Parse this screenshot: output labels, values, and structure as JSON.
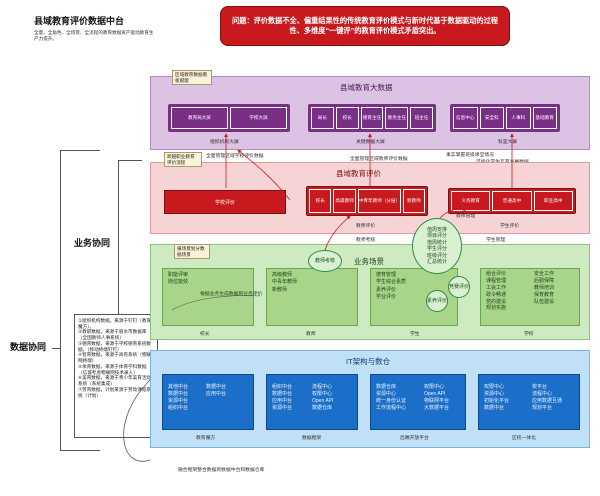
{
  "title": "县域教育评价数据中台",
  "subtitle": "全量、全角色、全场景、全流程的教育数据资产驱动教育生产力提升。",
  "problem": "问题：评价数据不全、偏重结果性的传统教育评价模式与新时代基于数据驱动的过程性、多维度“一键评”的教育评价模式矛盾突出。",
  "side_labels": {
    "business": "业务协同",
    "data": "数据协同"
  },
  "data_sources": [
    "①组织机构数据，来源于钉钉（教育魔方）。",
    "②教职数据，来源于丽水市数据库（全国教师人事系统）",
    "③德育数据，来源于学校德育系统数据。（移动终端钉钉）",
    "④智育数据，来源于阅卷系统（物联网终端）",
    "⑤体育数据，来源于体育学科数据（信城考虑物联网技术录入）",
    "⑥美育数据，来源于青少年美育活动系统（系统集成）",
    "⑦劳育数据，计划来源于劳动课程系统（计划）"
  ],
  "purple_section": {
    "title": "县域教育大数据",
    "note": "区域教育数据看板赋能",
    "big_screens": [
      "教育局大屏",
      "学校大屏"
    ],
    "group1": [
      "局长",
      "校长",
      "德育主任",
      "教务主任",
      "班主任"
    ],
    "group2": [
      "信息中心",
      "安全科",
      "人事科",
      "基础教育"
    ],
    "sublabels": [
      "组织机构大屏",
      "关键数据大屏",
      "科室大屏"
    ]
  },
  "red_section": {
    "title": "县域教育评价",
    "note": "跨越职业教育评价流程",
    "school_eval": "学校评价",
    "group1": [
      "校长",
      "高级教师",
      "中青年教师（分层）",
      "新教师"
    ],
    "group2": [
      "义务教育",
      "普通高中",
      "职业高中"
    ],
    "sublabels": [
      "教师评价",
      "学生评价"
    ]
  },
  "green_section": {
    "title": "业务场景",
    "note": "报场景划分数据场景",
    "principal": [
      "职能评审",
      "岗位能效"
    ],
    "teacher": [
      "高级教师",
      "中青年教师",
      "新教师"
    ],
    "student": [
      "德育管理",
      "学生综合素质",
      "素养评价",
      "学业评价"
    ],
    "school_col1": [
      "组合评价",
      "课程管理",
      "工会工作",
      "政令畅通",
      "党的建设",
      "规划实施"
    ],
    "school_col2": [
      "安全工作",
      "后勤保障",
      "教师培训",
      "保育教育",
      "队伍建设"
    ],
    "columns": [
      "校长",
      "教师",
      "学生",
      "学校"
    ],
    "teacher_circle": "教师考核",
    "ability_circle": "素养评价",
    "competition_circle": "竞赛评价",
    "data_circle": [
      "值周安排",
      "项目评分",
      "值周统计",
      "学生评分",
      "班级评分",
      "汇总统计"
    ],
    "bottom_note": "根据业务生成数据到业务评价"
  },
  "blue_section": {
    "title": "IT架构与数仓",
    "g1a": [
      "其他中台",
      "数据中台",
      "资源中台",
      "组织中台"
    ],
    "g1b": [
      "数据中台",
      "应用中台"
    ],
    "g2a": [
      "组织中台",
      "数据中台",
      "应用中台",
      "资源中台"
    ],
    "g2b": [
      "流程中心",
      "权限中心",
      "Open API",
      "数据仓库"
    ],
    "g3a": [
      "数据仓库",
      "资源中心",
      "统一身份认证",
      "工作流程中心"
    ],
    "g3b": [
      "权限中心",
      "Open API",
      "物联网平台",
      "大数据平台"
    ],
    "g4a": [
      "权限中心",
      "资源中心",
      "初始化平台",
      "数据中台"
    ],
    "g4b": [
      "校平台",
      "流程中心",
      "应用数据互通",
      "规划平台"
    ],
    "sublabels": [
      "教育魔方",
      "数据框架",
      "后端开放平台",
      "区校一体化"
    ],
    "bottom_note": "融合框架整合数据到数据中台和数据仓库"
  },
  "edge_labels": {
    "a": "全面管理区域学校评价数据",
    "b": "全面管理区域教师评价数据",
    "c": "事实掌握班级课堂情况",
    "d": "可视化学生互育发展数据",
    "e": "教师考核",
    "f": "学生管理",
    "g": "学生管理",
    "h": "教师管理"
  },
  "colors": {
    "purple_bg": "#dcc2e3",
    "purple_dark": "#7a2f86",
    "red_bg": "#f6d4d6",
    "red_dark": "#c8191e",
    "green_bg": "#cdeac0",
    "blue_bg": "#bfe0f6",
    "problem_bg": "#c8191e"
  }
}
